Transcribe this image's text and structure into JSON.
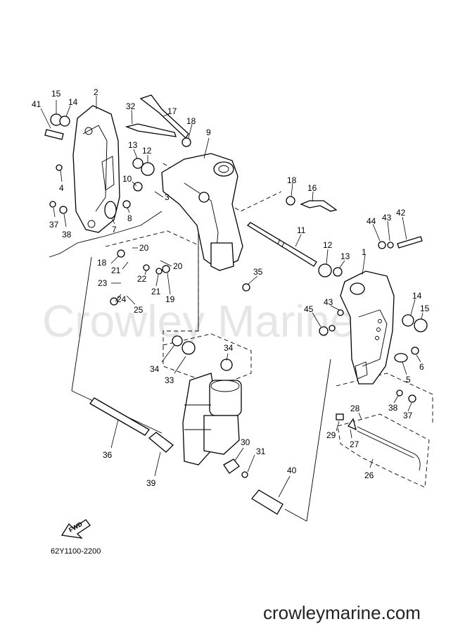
{
  "diagram_code": "62Y1100-2200",
  "watermark": "Crowley Marine",
  "footer_url": "crowleymarine.com",
  "fwd_label": "FWD",
  "parts": [
    {
      "id": "p1",
      "num": "1"
    },
    {
      "id": "p2",
      "num": "2"
    },
    {
      "id": "p3",
      "num": "3"
    },
    {
      "id": "p4",
      "num": "4"
    },
    {
      "id": "p5",
      "num": "5"
    },
    {
      "id": "p6",
      "num": "6"
    },
    {
      "id": "p7",
      "num": "7"
    },
    {
      "id": "p8",
      "num": "8"
    },
    {
      "id": "p9",
      "num": "9"
    },
    {
      "id": "p10",
      "num": "10"
    },
    {
      "id": "p11",
      "num": "11"
    },
    {
      "id": "p12a",
      "num": "12"
    },
    {
      "id": "p12b",
      "num": "12"
    },
    {
      "id": "p13a",
      "num": "13"
    },
    {
      "id": "p13b",
      "num": "13"
    },
    {
      "id": "p14a",
      "num": "14"
    },
    {
      "id": "p14b",
      "num": "14"
    },
    {
      "id": "p15a",
      "num": "15"
    },
    {
      "id": "p15b",
      "num": "15"
    },
    {
      "id": "p16",
      "num": "16"
    },
    {
      "id": "p17",
      "num": "17"
    },
    {
      "id": "p18a",
      "num": "18"
    },
    {
      "id": "p18b",
      "num": "18"
    },
    {
      "id": "p18c",
      "num": "18"
    },
    {
      "id": "p19",
      "num": "19"
    },
    {
      "id": "p20a",
      "num": "20"
    },
    {
      "id": "p20b",
      "num": "20"
    },
    {
      "id": "p21a",
      "num": "21"
    },
    {
      "id": "p21b",
      "num": "21"
    },
    {
      "id": "p22",
      "num": "22"
    },
    {
      "id": "p23",
      "num": "23"
    },
    {
      "id": "p24",
      "num": "24"
    },
    {
      "id": "p25",
      "num": "25"
    },
    {
      "id": "p26",
      "num": "26"
    },
    {
      "id": "p27",
      "num": "27"
    },
    {
      "id": "p28",
      "num": "28"
    },
    {
      "id": "p29",
      "num": "29"
    },
    {
      "id": "p30",
      "num": "30"
    },
    {
      "id": "p31",
      "num": "31"
    },
    {
      "id": "p32",
      "num": "32"
    },
    {
      "id": "p33",
      "num": "33"
    },
    {
      "id": "p34a",
      "num": "34"
    },
    {
      "id": "p34b",
      "num": "34"
    },
    {
      "id": "p35",
      "num": "35"
    },
    {
      "id": "p36",
      "num": "36"
    },
    {
      "id": "p37a",
      "num": "37"
    },
    {
      "id": "p37b",
      "num": "37"
    },
    {
      "id": "p38a",
      "num": "38"
    },
    {
      "id": "p38b",
      "num": "38"
    },
    {
      "id": "p39",
      "num": "39"
    },
    {
      "id": "p40",
      "num": "40"
    },
    {
      "id": "p41",
      "num": "41"
    },
    {
      "id": "p42",
      "num": "42"
    },
    {
      "id": "p43a",
      "num": "43"
    },
    {
      "id": "p43b",
      "num": "43"
    },
    {
      "id": "p44",
      "num": "44"
    },
    {
      "id": "p45",
      "num": "45"
    }
  ]
}
